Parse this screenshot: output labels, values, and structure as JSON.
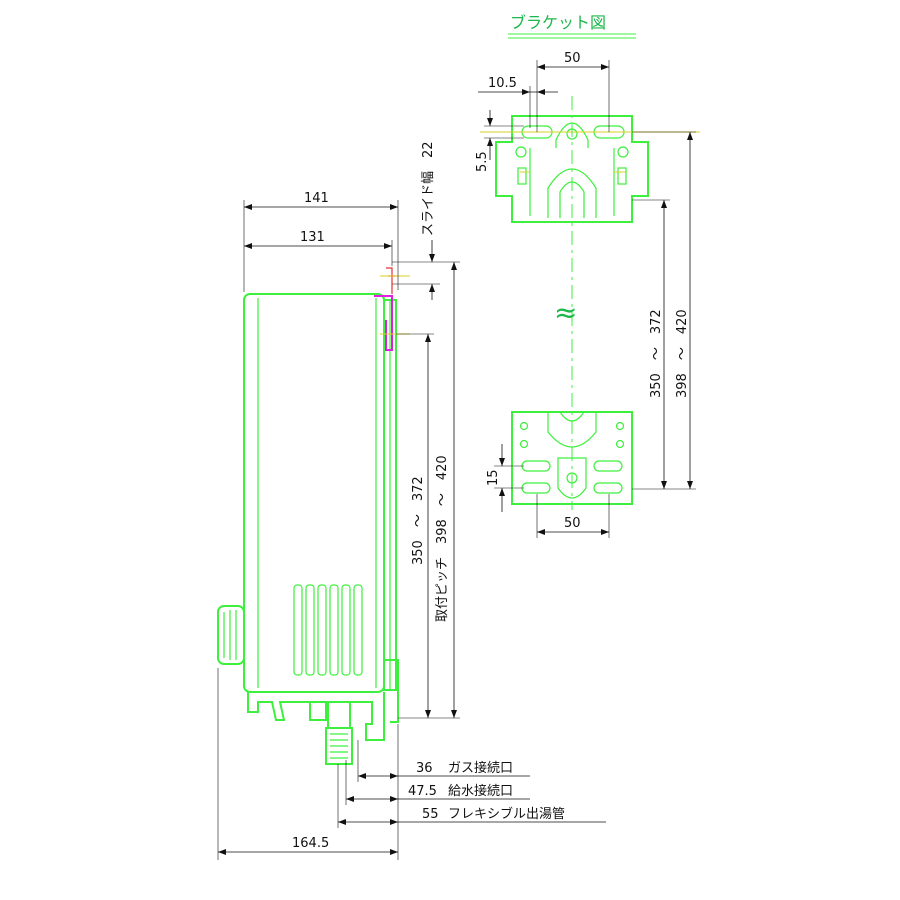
{
  "title": "ブラケット図",
  "colors": {
    "outline": "#3df03d",
    "dimension": "#111111",
    "bracket_highlight": "#e020e0",
    "accent_red": "#e83030"
  },
  "side_view": {
    "dims": {
      "width_141": "141",
      "width_131": "131",
      "slide_width": "スライド幅　22",
      "pitch_range": "350　～　372",
      "pitch_label": "取付ピッチ　398　～　420",
      "depth": "164.5"
    },
    "connections": [
      {
        "value": "36",
        "label": "ガス接続口"
      },
      {
        "value": "47.5",
        "label": "給水接続口"
      },
      {
        "value": "55",
        "label": "フレキシブル出湯管"
      }
    ]
  },
  "bracket_view": {
    "dims": {
      "top_spacing": "50",
      "offset": "10.5",
      "slot_height": "5.5",
      "range_inner": "350　～　372",
      "range_outer": "398　～　420",
      "bottom_slot": "15",
      "bottom_spacing": "50"
    },
    "break_symbol": "≈"
  }
}
